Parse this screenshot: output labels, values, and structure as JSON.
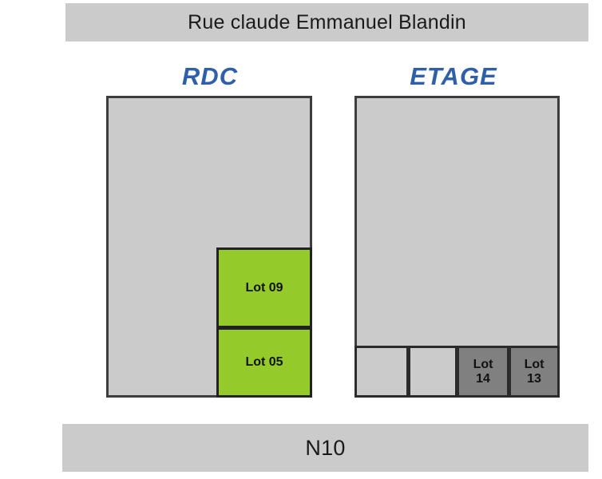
{
  "plan": {
    "title_top": "Rue claude Emmanuel Blandin",
    "title_bottom": "N10",
    "colors": {
      "banner_gray": "#cbcbcb",
      "building_fill": "#cbcbcb",
      "building_border": "#3d3d3d",
      "lot_green": "#94cb2b",
      "lot_dark_gray": "#808080",
      "title_blue": "#2e5fa8",
      "text_black": "#111111",
      "page_background": "#ffffff"
    }
  },
  "sections": [
    {
      "id": "rdc",
      "label": "RDC",
      "lots": [
        {
          "id": "lot-09",
          "label": "Lot 09",
          "fill": "green"
        },
        {
          "id": "lot-05",
          "label": "Lot 05",
          "fill": "green"
        }
      ]
    },
    {
      "id": "etage",
      "label": "ETAGE",
      "lots": [
        {
          "id": "etage-cell-1",
          "label": "",
          "fill": "empty"
        },
        {
          "id": "etage-cell-2",
          "label": "",
          "fill": "empty"
        },
        {
          "id": "lot-14",
          "label_line1": "Lot",
          "label_line2": "14",
          "fill": "dark"
        },
        {
          "id": "lot-13",
          "label_line1": "Lot",
          "label_line2": "13",
          "fill": "dark"
        }
      ]
    }
  ]
}
